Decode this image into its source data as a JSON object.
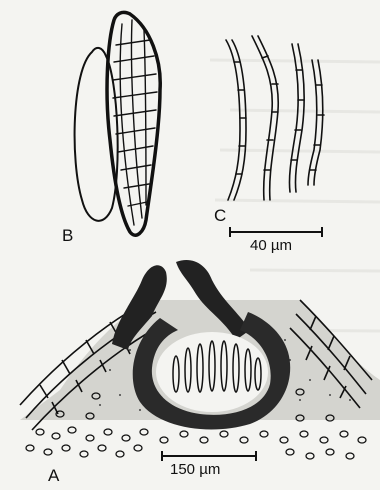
{
  "panels": {
    "A": {
      "label": "A",
      "scale_text": "150 µm"
    },
    "B": {
      "label": "B"
    },
    "C": {
      "label": "C",
      "scale_text": "40 µm"
    }
  },
  "colors": {
    "ink": "#111111",
    "paper": "#f4f4f1",
    "stipple": "#444444"
  }
}
